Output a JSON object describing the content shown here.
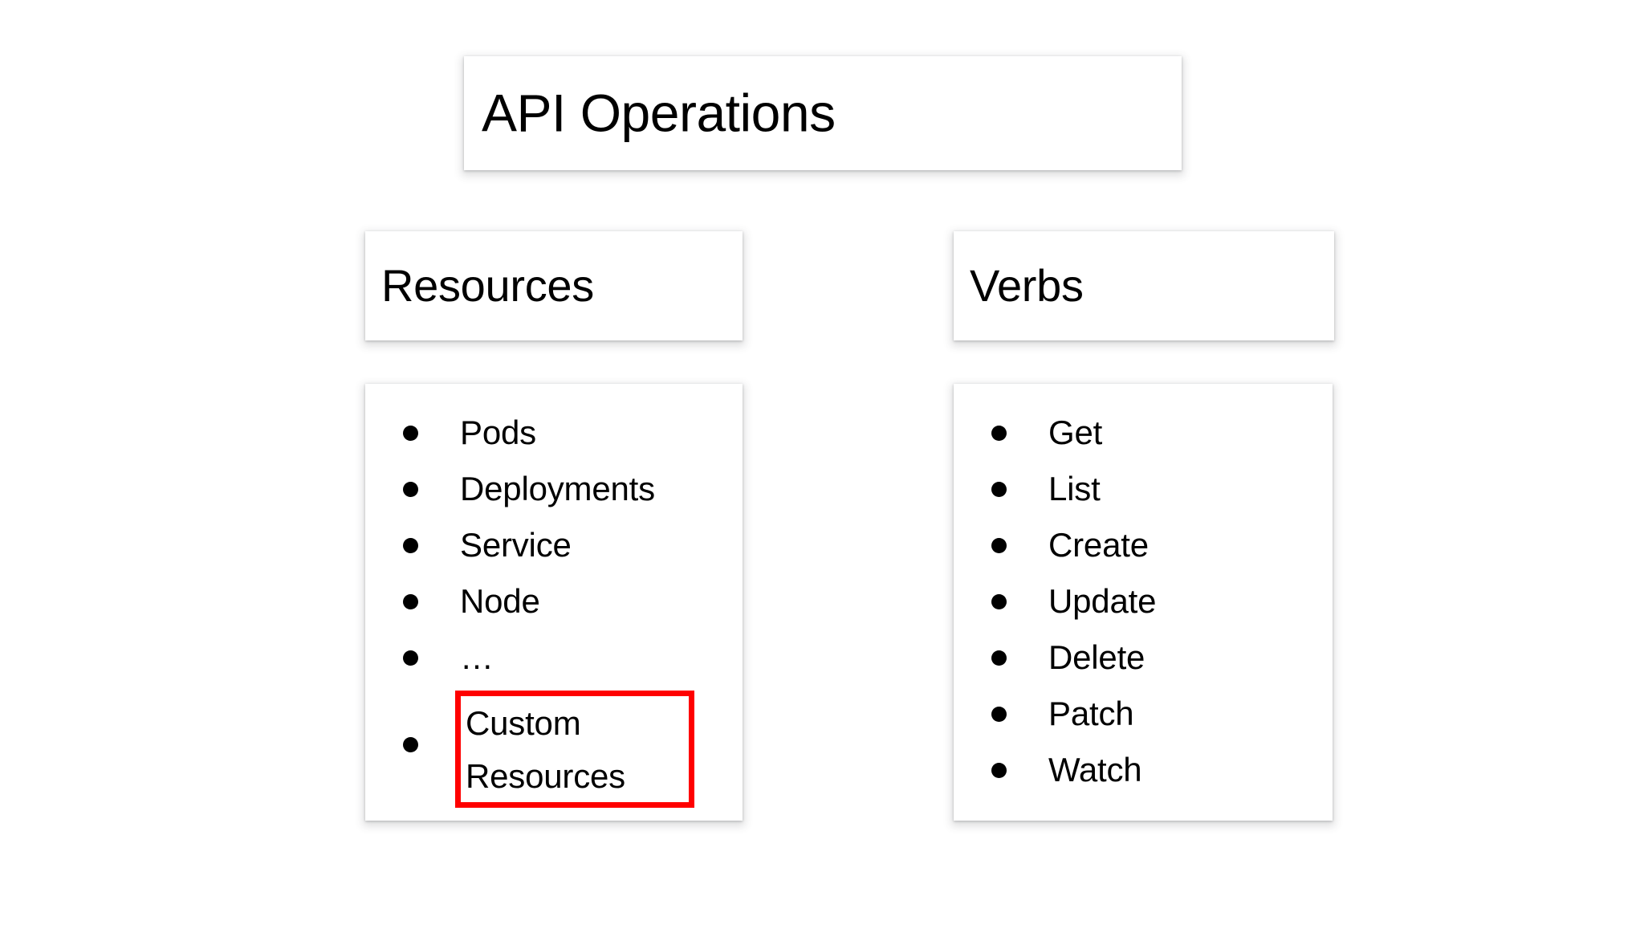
{
  "slide": {
    "title": "API Operations",
    "background_color": "#ffffff",
    "card_color": "#ffffff",
    "text_color": "#000000",
    "highlight_color": "#ff0000"
  },
  "columns": [
    {
      "header": "Resources",
      "items": [
        {
          "label": "Pods",
          "highlighted": false
        },
        {
          "label": "Deployments",
          "highlighted": false
        },
        {
          "label": "Service",
          "highlighted": false
        },
        {
          "label": "Node",
          "highlighted": false
        },
        {
          "label": "…",
          "highlighted": false
        },
        {
          "label": "Custom Resources",
          "highlighted": true
        }
      ]
    },
    {
      "header": "Verbs",
      "items": [
        {
          "label": "Get",
          "highlighted": false
        },
        {
          "label": "List",
          "highlighted": false
        },
        {
          "label": "Create",
          "highlighted": false
        },
        {
          "label": "Update",
          "highlighted": false
        },
        {
          "label": "Delete",
          "highlighted": false
        },
        {
          "label": "Patch",
          "highlighted": false
        },
        {
          "label": "Watch",
          "highlighted": false
        }
      ]
    }
  ]
}
